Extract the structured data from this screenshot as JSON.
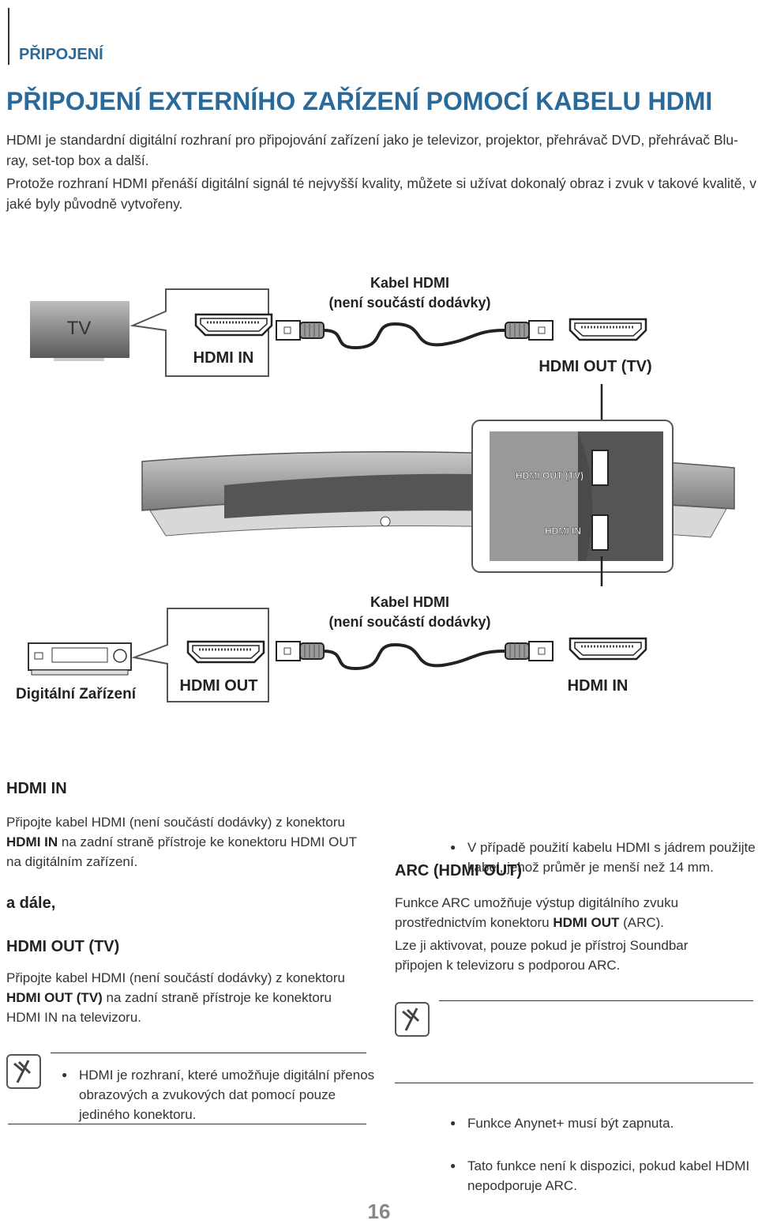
{
  "section": "PŘIPOJENÍ",
  "title": "PŘIPOJENÍ EXTERNÍHO ZAŘÍZENÍ POMOCÍ KABELU HDMI",
  "intro": [
    "HDMI je standardní digitální rozhraní pro připojování zařízení jako je televizor, projektor, přehrávač DVD, přehrávač Blu-ray, set-top box a další.",
    "Protože rozhraní HDMI přenáší digitální signál té nejvyšší kvality, můžete si užívat dokonalý obraz i zvuk v takové kvalitě, v jaké byly původně vytvořeny."
  ],
  "diagram": {
    "tv_label": "TV",
    "cable_top": [
      "Kabel HDMI",
      "(není součástí dodávky)"
    ],
    "tv_port": "HDMI IN",
    "soundbar_port_top": "HDMI OUT (TV)",
    "panel_port_top": "HDMI OUT (TV)",
    "panel_port_bottom": "HDMI IN",
    "cable_bottom": [
      "Kabel HDMI",
      "(není součástí dodávky)"
    ],
    "device_label": "Digitální Zařízení",
    "device_port": "HDMI OUT",
    "soundbar_port_bottom": "HDMI IN"
  },
  "left": {
    "h1": "HDMI IN",
    "p1_a": "Připojte kabel HDMI (není součástí dodávky) z konektoru ",
    "p1_b": "HDMI IN",
    "p1_c": " na zadní straně přístroje ke konektoru HDMI OUT na digitálním zařízení.",
    "and": "a dále,",
    "h2": "HDMI OUT (TV)",
    "p2_a": "Připojte kabel HDMI (není součástí dodávky) z konektoru ",
    "p2_b": "HDMI OUT (TV)",
    "p2_c": " na zadní straně přístroje ke konektoru HDMI IN na televizoru.",
    "note": "HDMI je rozhraní, které umožňuje digitální přenos obrazových a zvukových dat pomocí pouze jediného konektoru."
  },
  "right": {
    "bullet_top": "V případě použití kabelu HDMI s jádrem použijte kabel, jehož průměr je menší než 14 mm.",
    "h": "ARC (HDMI OUT)",
    "p1_a": "Funkce ARC umožňuje výstup digitálního zvuku prostřednictvím konektoru ",
    "p1_b": "HDMI OUT",
    "p1_c": " (ARC).",
    "p2": "Lze ji aktivovat, pouze pokud je přístroj Soundbar připojen k televizoru s podporou ARC.",
    "notes": [
      "Funkce Anynet+ musí být zapnuta.",
      "Tato funkce není k dispozici, pokud kabel HDMI nepodporuje ARC."
    ]
  },
  "page_number": "16"
}
